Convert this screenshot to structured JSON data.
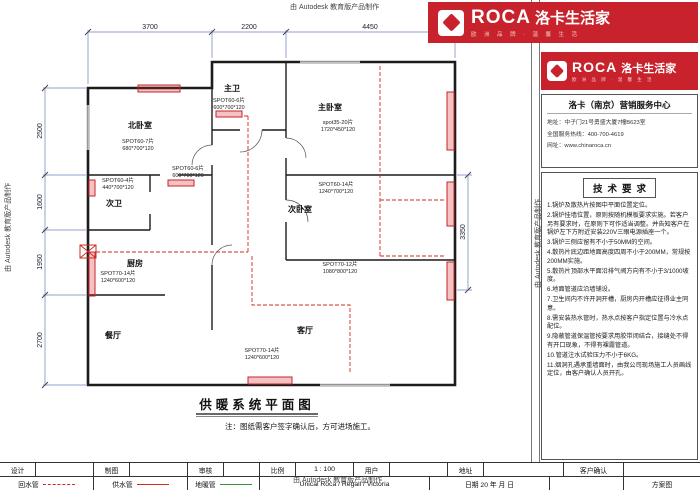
{
  "notices": {
    "autodesk": "由 Autodesk 教育版产品制作"
  },
  "brand": {
    "name": "ROCA",
    "cn": "洛卡生活家",
    "tagline": "欧 洲 品 牌 · 温 馨 生 活",
    "red": "#c8232c"
  },
  "contact": {
    "title": "洛卡（南京）营销服务中心",
    "addr": "地址：中子门21号勇盛大厦7幢B623室",
    "hotline": "全国服务热线：400-700-4619",
    "web": "网址：www.chinaroca.cn"
  },
  "tech": {
    "title": "技术要求",
    "items": [
      "1.锅炉及散热片按图中平面位置定位。",
      "2.锅炉挂墙位置，原则按随机模板要求实施。若客户另有要求时，在原则下可作适当调整。并告知客户在锅炉左下方附近安装220V三眼电源插座一个。",
      "3.锅炉三侧应留有不小于50MM的空间。",
      "4.散热片底边距地面高度四周不小于200MM，常规按200MM实施。",
      "5.散热片顶部水平面沿排气阀方向有不小于3/1000坡度。",
      "6.地面管道应沿墙铺设。",
      "7.卫生间内不许开洞开槽，厨房内开槽应征得业主同意。",
      "8.需安装热水管时，热水点按客户指定位置与冷水点配位。",
      "9.隐蔽管道保温管按要求用胶带闭结合，接缝处不得有开口现象，不得有裸露管道。",
      "10.管道注水试验压力不小于6KG。",
      "11.烟洞孔遇承重墙面时，由我公司现场施工人员画线定位，由客户确认人员开孔。"
    ]
  },
  "plan": {
    "title": "供暖系统平面图",
    "note": "注：图纸需客户签字确认后，方可进场施工。",
    "rooms": [
      {
        "label": "主卫"
      },
      {
        "label": "北卧室"
      },
      {
        "label": "主卧室"
      },
      {
        "label": "次卫"
      },
      {
        "label": "次卧室"
      },
      {
        "label": "厨房"
      },
      {
        "label": "餐厅"
      },
      {
        "label": "客厅"
      }
    ],
    "radiators": [
      {
        "model": "SPOT60-6片",
        "size": "600*700*120"
      },
      {
        "model": "SPOT60-7片",
        "size": "680*700*120"
      },
      {
        "model": "spot35-20片",
        "size": "1720*450*120"
      },
      {
        "model": "SPOT60-4片",
        "size": "440*700*120"
      },
      {
        "model": "SPOT60-6片",
        "size": "600*700*120"
      },
      {
        "model": "SPOT60-14片",
        "size": "1240*700*120"
      },
      {
        "model": "SPOT70-14片",
        "size": "1240*600*120"
      },
      {
        "model": "SPOT70-12片",
        "size": "1080*800*120"
      },
      {
        "model": "SPOT70-14片",
        "size": "1240*600*120"
      }
    ],
    "dims": {
      "top": [
        "3700",
        "2200",
        "4450"
      ],
      "left": [
        "2500",
        "1600",
        "1950",
        "2700"
      ],
      "right": [
        "3350"
      ]
    }
  },
  "titleblock": {
    "design": "设计",
    "draft": "制图",
    "review": "审核",
    "scale_label": "比例",
    "scale_value": "1 : 100",
    "user_label": "用户",
    "address_label": "地址",
    "confirm_label": "客户确认",
    "legend": {
      "return": "回水管",
      "supply": "供水管",
      "floor": "地暖管"
    },
    "brands": "Unical Roca / Regall / Victoria",
    "date": "日期 20    年    月    日",
    "doc_type": "方案图"
  },
  "colors": {
    "brand_red": "#c8232c",
    "pipe_red": "#d02c22",
    "dim_blue": "#7080b8",
    "legend_green": "#3a8f3a"
  }
}
